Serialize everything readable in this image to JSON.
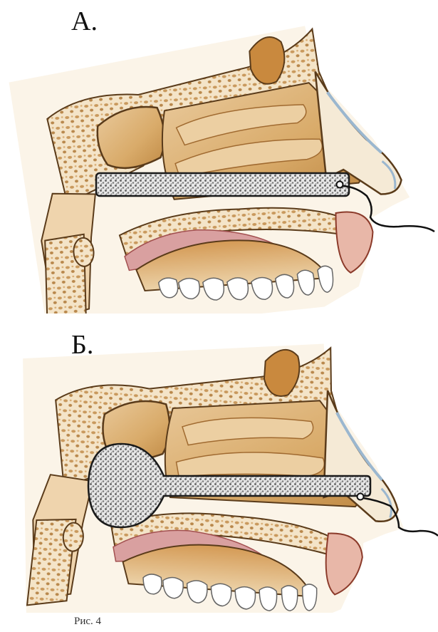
{
  "panels": [
    {
      "label": "А.",
      "device": "straight-tube"
    },
    {
      "label": "Б.",
      "device": "balloon-tube"
    }
  ],
  "caption": "Рис. 4",
  "colors": {
    "tissue": "#e8c79b",
    "tissue_dark": "#c99a5c",
    "bone": "#f3e3c6",
    "bone_spot": "#caa06a",
    "outline": "#5a3b1a",
    "device_fill": "#e7e7e7",
    "device_dots": "#6d6d6d"
  }
}
